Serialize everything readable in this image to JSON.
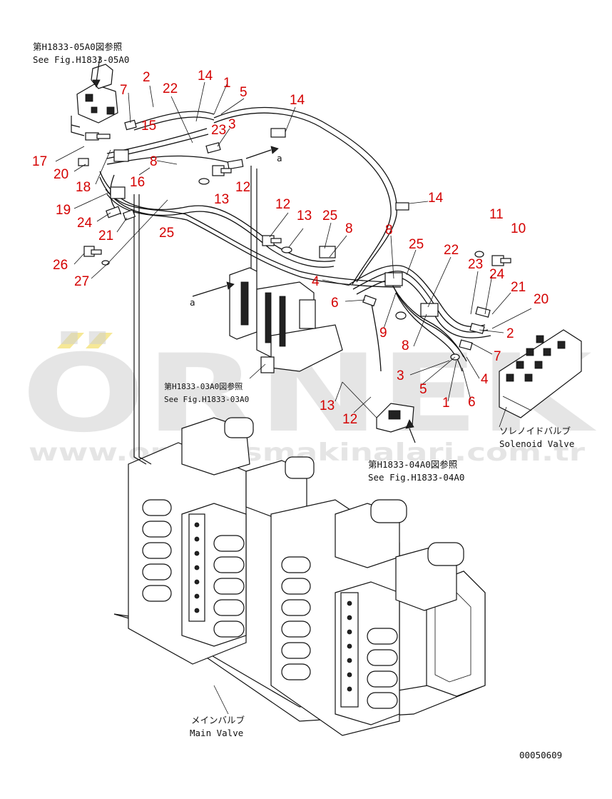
{
  "references": {
    "top_left_jp": "第H1833-05A0図参照",
    "top_left_en": "See Fig.H1833-05A0",
    "middle_jp": "第H1833-03A0図参照",
    "middle_en": "See Fig.H1833-03A0",
    "bottom_jp": "第H1833-04A0図参照",
    "bottom_en": "See Fig.H1833-04A0"
  },
  "labels": {
    "solenoid_jp": "ソレノイドバルブ",
    "solenoid_en": "Solenoid Valve",
    "main_valve_jp": "メインバルブ",
    "main_valve_en": "Main Valve",
    "view_a": "a",
    "view_a2": "a",
    "drawing_number": "00050609"
  },
  "watermark": {
    "brand": "ÖRNEK",
    "url": "www.ornekismakinalari.com.tr",
    "accent_color": "#f4e27c",
    "text_color": "#cfcfcf"
  },
  "callouts": [
    {
      "id": "c-2a",
      "text": "2"
    },
    {
      "id": "c-14a",
      "text": "14"
    },
    {
      "id": "c-1a",
      "text": "1"
    },
    {
      "id": "c-5a",
      "text": "5"
    },
    {
      "id": "c-14b",
      "text": "14"
    },
    {
      "id": "c-7a",
      "text": "7"
    },
    {
      "id": "c-22a",
      "text": "22"
    },
    {
      "id": "c-15",
      "text": "15"
    },
    {
      "id": "c-23a",
      "text": "23"
    },
    {
      "id": "c-3a",
      "text": "3"
    },
    {
      "id": "c-17",
      "text": "17"
    },
    {
      "id": "c-8a",
      "text": "8"
    },
    {
      "id": "c-20a",
      "text": "20"
    },
    {
      "id": "c-16",
      "text": "16"
    },
    {
      "id": "c-18",
      "text": "18"
    },
    {
      "id": "c-13a",
      "text": "13"
    },
    {
      "id": "c-12a",
      "text": "12"
    },
    {
      "id": "c-14c",
      "text": "14"
    },
    {
      "id": "c-19",
      "text": "19"
    },
    {
      "id": "c-12b",
      "text": "12"
    },
    {
      "id": "c-24a",
      "text": "24"
    },
    {
      "id": "c-21a",
      "text": "21"
    },
    {
      "id": "c-25a",
      "text": "25"
    },
    {
      "id": "c-13b",
      "text": "13"
    },
    {
      "id": "c-25b",
      "text": "25"
    },
    {
      "id": "c-8b",
      "text": "8"
    },
    {
      "id": "c-8c",
      "text": "8"
    },
    {
      "id": "c-11",
      "text": "11"
    },
    {
      "id": "c-10",
      "text": "10"
    },
    {
      "id": "c-26",
      "text": "26"
    },
    {
      "id": "c-27",
      "text": "27"
    },
    {
      "id": "c-25c",
      "text": "25"
    },
    {
      "id": "c-22b",
      "text": "22"
    },
    {
      "id": "c-4a",
      "text": "4"
    },
    {
      "id": "c-23b",
      "text": "23"
    },
    {
      "id": "c-24b",
      "text": "24"
    },
    {
      "id": "c-21b",
      "text": "21"
    },
    {
      "id": "c-6a",
      "text": "6"
    },
    {
      "id": "c-20b",
      "text": "20"
    },
    {
      "id": "c-9",
      "text": "9"
    },
    {
      "id": "c-2b",
      "text": "2"
    },
    {
      "id": "c-8d",
      "text": "8"
    },
    {
      "id": "c-7b",
      "text": "7"
    },
    {
      "id": "c-3b",
      "text": "3"
    },
    {
      "id": "c-4b",
      "text": "4"
    },
    {
      "id": "c-5b",
      "text": "5"
    },
    {
      "id": "c-13c",
      "text": "13"
    },
    {
      "id": "c-1b",
      "text": "1"
    },
    {
      "id": "c-6b",
      "text": "6"
    },
    {
      "id": "c-12c",
      "text": "12"
    }
  ]
}
